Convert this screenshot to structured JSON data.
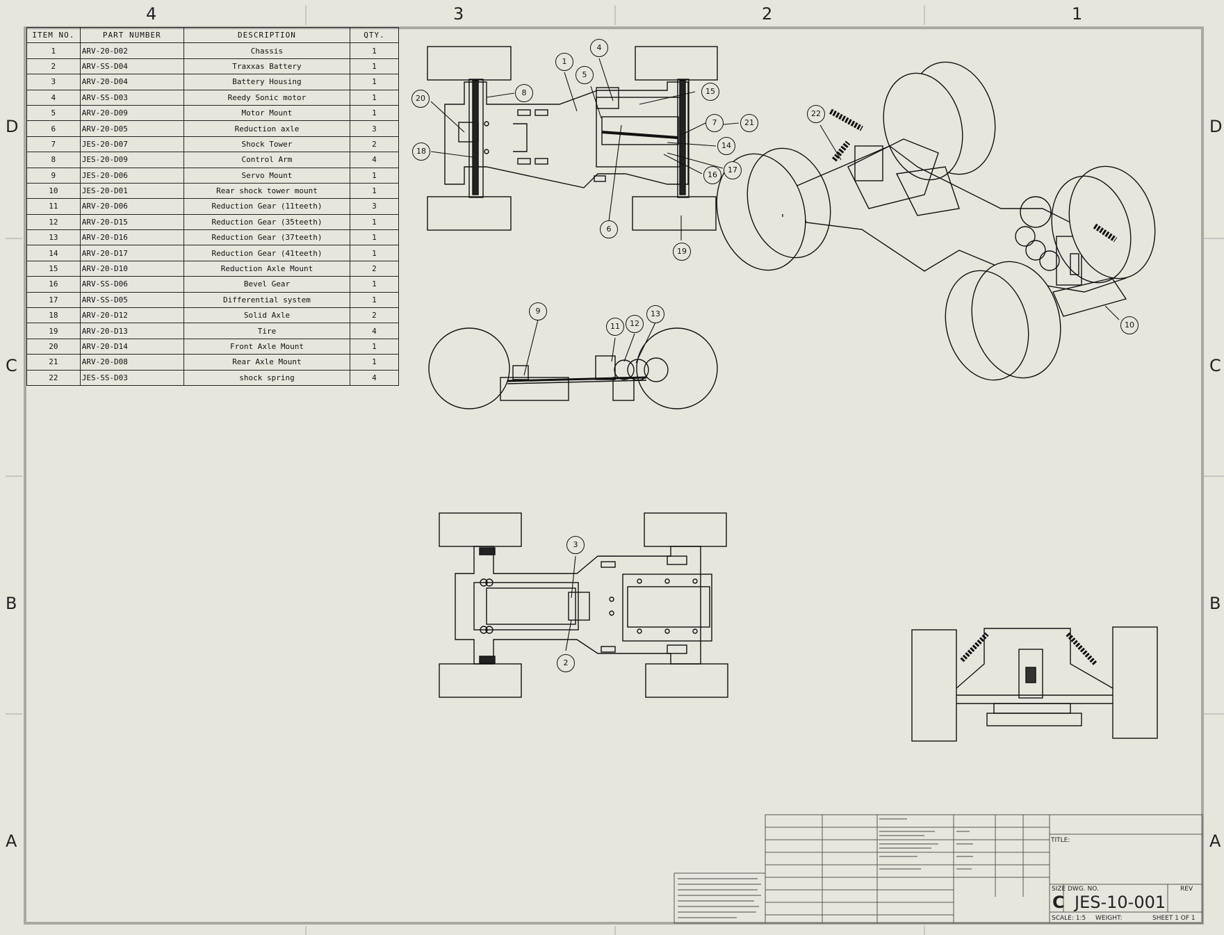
{
  "zones": {
    "columns": [
      "4",
      "3",
      "2",
      "1"
    ],
    "rows": [
      "D",
      "C",
      "B",
      "A"
    ]
  },
  "bom": {
    "headers": [
      "ITEM NO.",
      "PART NUMBER",
      "DESCRIPTION",
      "QTY."
    ],
    "rows": [
      [
        "1",
        "ARV-20-D02",
        "Chassis",
        "1"
      ],
      [
        "2",
        "ARV-SS-D04",
        "Traxxas Battery",
        "1"
      ],
      [
        "3",
        "ARV-20-D04",
        "Battery Housing",
        "1"
      ],
      [
        "4",
        "ARV-SS-D03",
        "Reedy Sonic motor",
        "1"
      ],
      [
        "5",
        "ARV-20-D09",
        "Motor Mount",
        "1"
      ],
      [
        "6",
        "ARV-20-D05",
        "Reduction axle",
        "3"
      ],
      [
        "7",
        "JES-20-D07",
        "Shock Tower",
        "2"
      ],
      [
        "8",
        "JES-20-D09",
        "Control Arm",
        "4"
      ],
      [
        "9",
        "JES-20-D06",
        "Servo Mount",
        "1"
      ],
      [
        "10",
        "JES-20-D01",
        "Rear shock tower mount",
        "1"
      ],
      [
        "11",
        "ARV-20-D06",
        "Reduction Gear (11teeth)",
        "3"
      ],
      [
        "12",
        "ARV-20-D15",
        "Reduction Gear (35teeth)",
        "1"
      ],
      [
        "13",
        "ARV-20-D16",
        "Reduction Gear (37teeth)",
        "1"
      ],
      [
        "14",
        "ARV-20-D17",
        "Reduction Gear (41teeth)",
        "1"
      ],
      [
        "15",
        "ARV-20-D10",
        "Reduction Axle Mount",
        "2"
      ],
      [
        "16",
        "ARV-SS-D06",
        "Bevel Gear",
        "1"
      ],
      [
        "17",
        "ARV-SS-D05",
        "Differential system",
        "1"
      ],
      [
        "18",
        "ARV-20-D12",
        "Solid Axle",
        "2"
      ],
      [
        "19",
        "ARV-20-D13",
        "Tire",
        "4"
      ],
      [
        "20",
        "ARV-20-D14",
        "Front Axle Mount",
        "1"
      ],
      [
        "21",
        "ARV-20-D08",
        "Rear Axle Mount",
        "1"
      ],
      [
        "22",
        "JES-SS-D03",
        "shock spring",
        "4"
      ]
    ]
  },
  "balloons": {
    "top_view": [
      "1",
      "4",
      "5",
      "8",
      "15",
      "20",
      "7",
      "21",
      "18",
      "14",
      "17",
      "16",
      "6",
      "19"
    ],
    "side_view": [
      "9",
      "11",
      "12",
      "13"
    ],
    "bottom_view": [
      "3",
      "2"
    ],
    "iso_view": [
      "22",
      "10"
    ]
  },
  "title_block": {
    "size_label": "SIZE",
    "size_value": "C",
    "dwg_no_label": "DWG. NO.",
    "dwg_no_value": "JES-10-001",
    "rev_label": "REV",
    "scale_label": "SCALE: 1:5",
    "weight_label": "WEIGHT:",
    "sheet_label": "SHEET 1 OF 1",
    "title_label": "TITLE:"
  },
  "colors": {
    "sheet": "#e7e6dd",
    "line": "#111111",
    "border": "#a9a9a3"
  }
}
